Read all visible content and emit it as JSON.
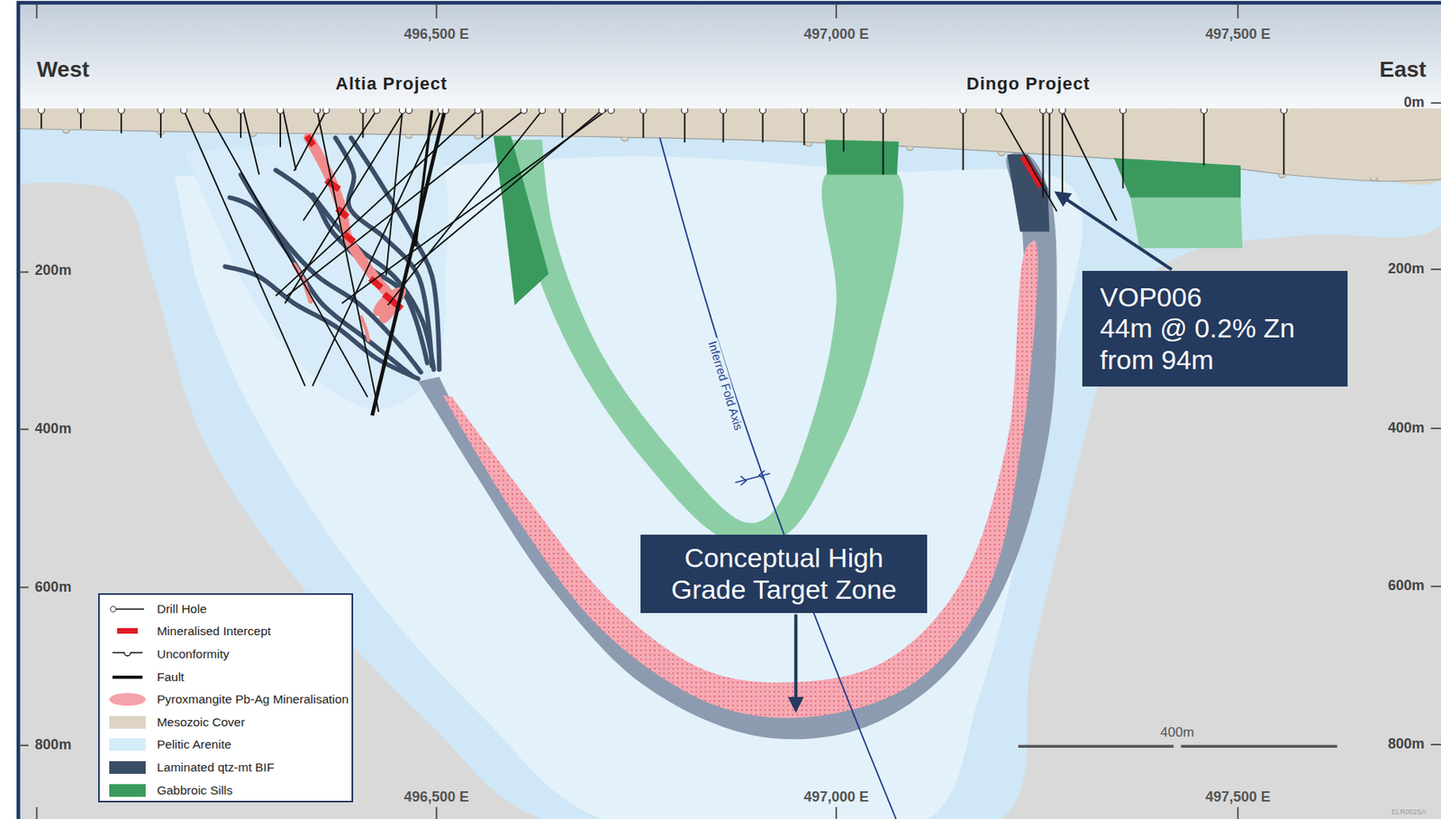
{
  "diagram": {
    "nodes": [
      {
        "text": [
          "VOP006",
          "44m @ 0.2% Zn from 94m"
        ]
      },
      {
        "text": [
          "Conceptual High Grade Target Zone"
        ]
      }
    ],
    "labels": [
      "West",
      "East",
      "Altia Project",
      "Dingo Project",
      "496,500 E",
      "497,000 E",
      "497,500 E",
      "0m",
      "200m",
      "200m",
      "400m",
      "400m",
      "600m",
      "600m",
      "800m",
      "800m",
      "Inferred Fold Axis",
      "400m",
      "496,500 E",
      "497,000 E",
      "497,500 E",
      "ELR0025A"
    ],
    "legend": [
      {
        "text": "Drill Hole"
      },
      {
        "text": "Mineralised Intercept"
      },
      {
        "text": "Unconformity"
      },
      {
        "text": "Fault"
      },
      {
        "text": "Pyroxmangite Pb-Ag Mineralisation",
        "color": "#f4a3aa"
      },
      {
        "text": "Mesozoic Cover",
        "color": "#ddd4c4"
      },
      {
        "text": "Pelitic Arenite",
        "color": "#d5ecf9"
      },
      {
        "text": "Laminated qtz-mt BIF",
        "color": "#3b4e68"
      },
      {
        "text": "Gabbroic Sills",
        "color": "#3a9a5e"
      }
    ]
  }
}
